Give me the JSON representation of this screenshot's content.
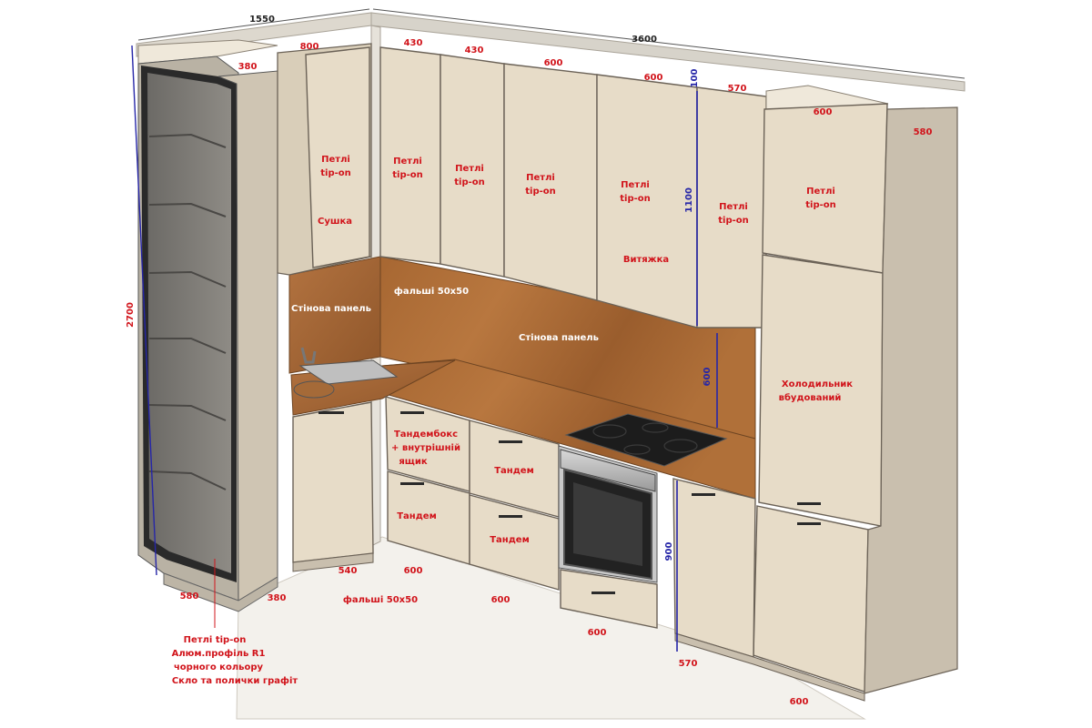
{
  "dimensions": {
    "total_depth_left": "1550",
    "total_width": "3600",
    "height": "2700",
    "d_800": "800",
    "d_380_top": "380",
    "d_430_a": "430",
    "d_430_b": "430",
    "d_600_a": "600",
    "d_600_b": "600",
    "d_100": "100",
    "d_570_top": "570",
    "d_600_fridge": "600",
    "d_580_right": "580",
    "d_1100": "1100",
    "d_600_splash": "600",
    "d_900": "900",
    "d_580_bottom": "580",
    "d_380_bottom": "380",
    "d_540": "540",
    "d_600_b1": "600",
    "d_600_b2": "600",
    "d_600_b3": "600",
    "d_570_bottom": "570",
    "d_600_bottom_right": "600"
  },
  "labels": {
    "hinges_tipon_1": "Петлі tip-on",
    "dryer": "Сушка",
    "hinges_tipon_2": "Петлі tip-on",
    "hinges_tipon_3": "Петлі tip-on",
    "hinges_tipon_4": "Петлі tip-on",
    "hinges_tipon_5": "Петлі tip-on",
    "hood": "Витяжка",
    "hinges_tipon_6": "Петлі tip-on",
    "hinges_tipon_7": "Петлі tip-on",
    "rebate_top": "фальші 50х50",
    "wall_panel_left": "Стінова панель",
    "wall_panel_center": "Стінова панель",
    "fridge": "Холодильник вбудований",
    "tandembox": "Тандембокс + внутрішній ящик",
    "tandem_1": "Тандем",
    "tandem_2": "Тандем",
    "tandem_3": "Тандем",
    "rebate_bottom": "фальші 50х50",
    "note_line1": "Петлі tip-on",
    "note_line2": "Алюм.профіль R1",
    "note_line3": "чорного кольору",
    "note_line4": "Скло та полички графіт"
  },
  "colors": {
    "cabinet": "#e7dcc8",
    "wood": "#a86a38",
    "glass": "#7a7770",
    "dim_red": "#d1141b",
    "dim_blue": "#2626a8"
  }
}
